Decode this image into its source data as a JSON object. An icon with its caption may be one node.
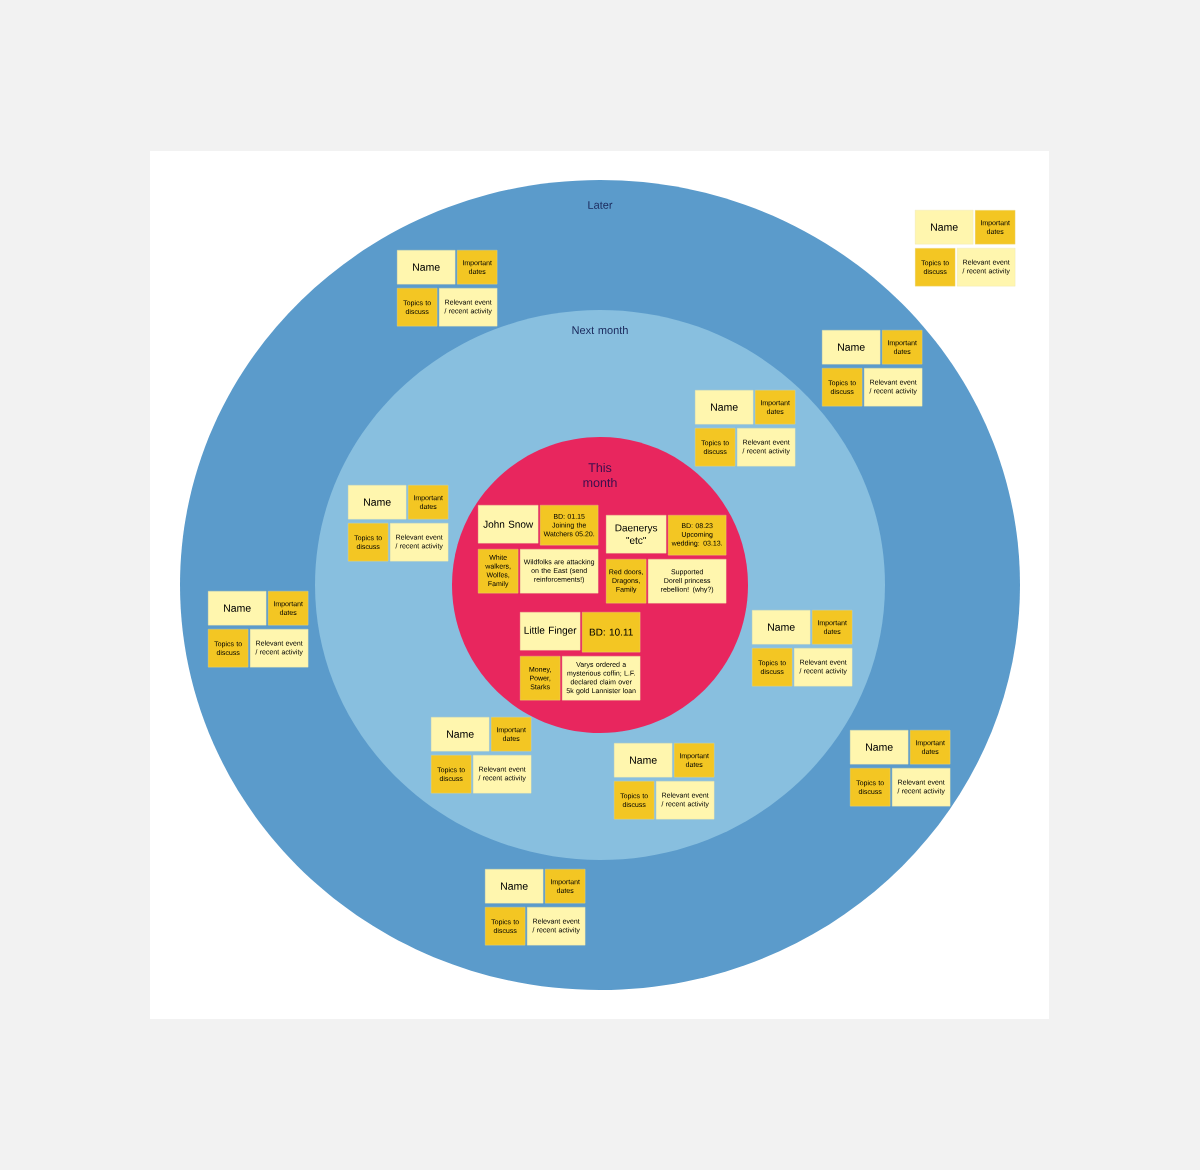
{
  "diagram": {
    "nodes": [
      {
        "text": [
          "Later"
        ]
      },
      {
        "text": [
          "Next month"
        ],
        "in": 0
      },
      {
        "text": [
          "This month"
        ],
        "in": 1
      },
      {
        "text": [
          "Name"
        ]
      },
      {
        "text": [
          "Important dates"
        ]
      },
      {
        "text": [
          "Topics to discuss"
        ]
      },
      {
        "text": [
          "Relevant event / recent activity"
        ]
      },
      {
        "text": [
          "Name"
        ],
        "in": 0
      },
      {
        "text": [
          "Important dates"
        ],
        "in": 0
      },
      {
        "text": [
          "Topics to discuss"
        ],
        "in": 0
      },
      {
        "text": [
          "Relevant event / recent activity"
        ],
        "in": 0
      },
      {
        "text": [
          "Name"
        ],
        "in": 0
      },
      {
        "text": [
          "Important dates"
        ],
        "in": 0
      },
      {
        "text": [
          "Topics to discuss"
        ],
        "in": 0
      },
      {
        "text": [
          "Relevant event / recent activity"
        ],
        "in": 0
      },
      {
        "text": [
          "Name"
        ],
        "in": 1
      },
      {
        "text": [
          "Important dates"
        ],
        "in": 1
      },
      {
        "text": [
          "Topics to discuss"
        ],
        "in": 1
      },
      {
        "text": [
          "Relevant event / recent activity"
        ],
        "in": 1
      },
      {
        "text": [
          "Name"
        ],
        "in": 1
      },
      {
        "text": [
          "Important dates"
        ],
        "in": 1
      },
      {
        "text": [
          "Topics to discuss"
        ],
        "in": 1
      },
      {
        "text": [
          "Relevant event / recent activity"
        ],
        "in": 1
      },
      {
        "text": [
          "John Snow"
        ],
        "in": 2
      },
      {
        "text": [
          "BD: 01.15 Joining the Watchers 05.20."
        ],
        "in": 2
      },
      {
        "text": [
          "White walkers, Wolfes, Family"
        ],
        "in": 2
      },
      {
        "text": [
          "Wildfolks are attacking on the East (send reinforcements!)"
        ],
        "in": 2
      },
      {
        "text": [
          "Daenerys \"etc\""
        ],
        "in": 2
      },
      {
        "text": [
          "BD: 08.23 Upcoming wedding: 03.13."
        ],
        "in": 2
      },
      {
        "text": [
          "Red doors, Dragons, Family"
        ],
        "in": 2
      },
      {
        "text": [
          "Supported Dorell princess rebellion! (why?)"
        ],
        "in": 2
      },
      {
        "text": [
          "Name"
        ],
        "in": 0
      },
      {
        "text": [
          "Important dates"
        ],
        "in": 0
      },
      {
        "text": [
          "Topics to discuss"
        ],
        "in": 0
      },
      {
        "text": [
          "Relevant event / recent activity"
        ],
        "in": 0
      },
      {
        "text": [
          "Little Finger"
        ],
        "in": 2
      },
      {
        "text": [
          "BD: 10.11"
        ],
        "in": 2
      },
      {
        "text": [
          "Money, Power, Starks"
        ],
        "in": 2
      },
      {
        "text": [
          "Varys ordered a mysterious coffin; L.F. declared claim over 5k gold Lannister loan"
        ],
        "in": 2
      },
      {
        "text": [
          "Name"
        ],
        "in": 1
      },
      {
        "text": [
          "Important dates"
        ],
        "in": 1
      },
      {
        "text": [
          "Topics to discuss"
        ],
        "in": 1
      },
      {
        "text": [
          "Relevant event / recent activity"
        ],
        "in": 1
      },
      {
        "text": [
          "Name"
        ],
        "in": 1
      },
      {
        "text": [
          "Important dates"
        ],
        "in": 1
      },
      {
        "text": [
          "Topics to discuss"
        ],
        "in": 1
      },
      {
        "text": [
          "Relevant event / recent activity"
        ],
        "in": 1
      },
      {
        "text": [
          "Name"
        ],
        "in": 0
      },
      {
        "text": [
          "Important dates"
        ],
        "in": 0
      },
      {
        "text": [
          "Topics to discuss"
        ],
        "in": 0
      },
      {
        "text": [
          "Relevant event / recent activity"
        ],
        "in": 0
      },
      {
        "text": [
          "Name"
        ],
        "in": 1
      },
      {
        "text": [
          "Important dates"
        ],
        "in": 1
      },
      {
        "text": [
          "Topics to discuss"
        ],
        "in": 1
      },
      {
        "text": [
          "Relevant event / recent activity"
        ],
        "in": 1
      },
      {
        "text": [
          "Name"
        ],
        "in": 0
      },
      {
        "text": [
          "Important dates"
        ],
        "in": 0
      },
      {
        "text": [
          "Topics to discuss"
        ],
        "in": 0
      },
      {
        "text": [
          "Relevant event / recent activity"
        ],
        "in": 0
      }
    ]
  }
}
